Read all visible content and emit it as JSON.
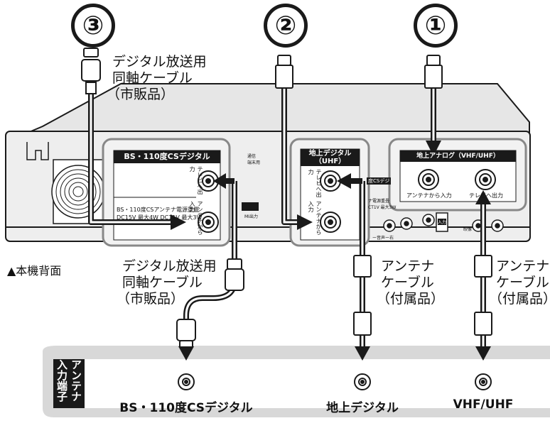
{
  "circles": [
    "③",
    "②",
    "①"
  ],
  "labels": {
    "digital_cable_top": [
      "デジタル放送用",
      "同軸ケーブル",
      "（市販品）"
    ],
    "digital_cable_bottom": [
      "デジタル放送用",
      "同軸ケーブル",
      "（市販品）"
    ],
    "antenna_cable_mid": [
      "アンテナ",
      "ケーブル",
      "（付属品）"
    ],
    "antenna_cable_right": [
      "アンテナ",
      "ケーブル",
      "（付属品）"
    ],
    "back_caption": "▲本機背面"
  },
  "panels": {
    "bs_title": "BS・110度CSデジタル",
    "bs_out": "テレビへ出力",
    "bs_in": "アンテナから入力",
    "bs_power": "BS・110度CSアンテナ電源重畳",
    "bs_power_spec": "DC15V 最大4W  DC11V 最大3W",
    "terr_title_1": "地上デジタル",
    "terr_title_2": "（UHF）",
    "terr_out": "テレビへ出力",
    "terr_in": "アンテナから入力",
    "analog_title": "地上アナログ（VHF/UHF）",
    "analog_in": "アンテナから入力",
    "analog_out": "テレビへ出力",
    "comm_label": "通信\n端末用",
    "hdmi_label": "MI出力",
    "bs_stub": "度CSデジ",
    "power_stub": "ナ電源重畳\nCT1V 最大3W",
    "audio_stub": "ー音声ー右",
    "input_stub": "入力",
    "video_stub": "映像"
  },
  "wall": {
    "header": "アンテナ入力端子",
    "outlets": [
      "BS・110度CSデジタル",
      "地上デジタル",
      "VHF/UHF"
    ]
  }
}
